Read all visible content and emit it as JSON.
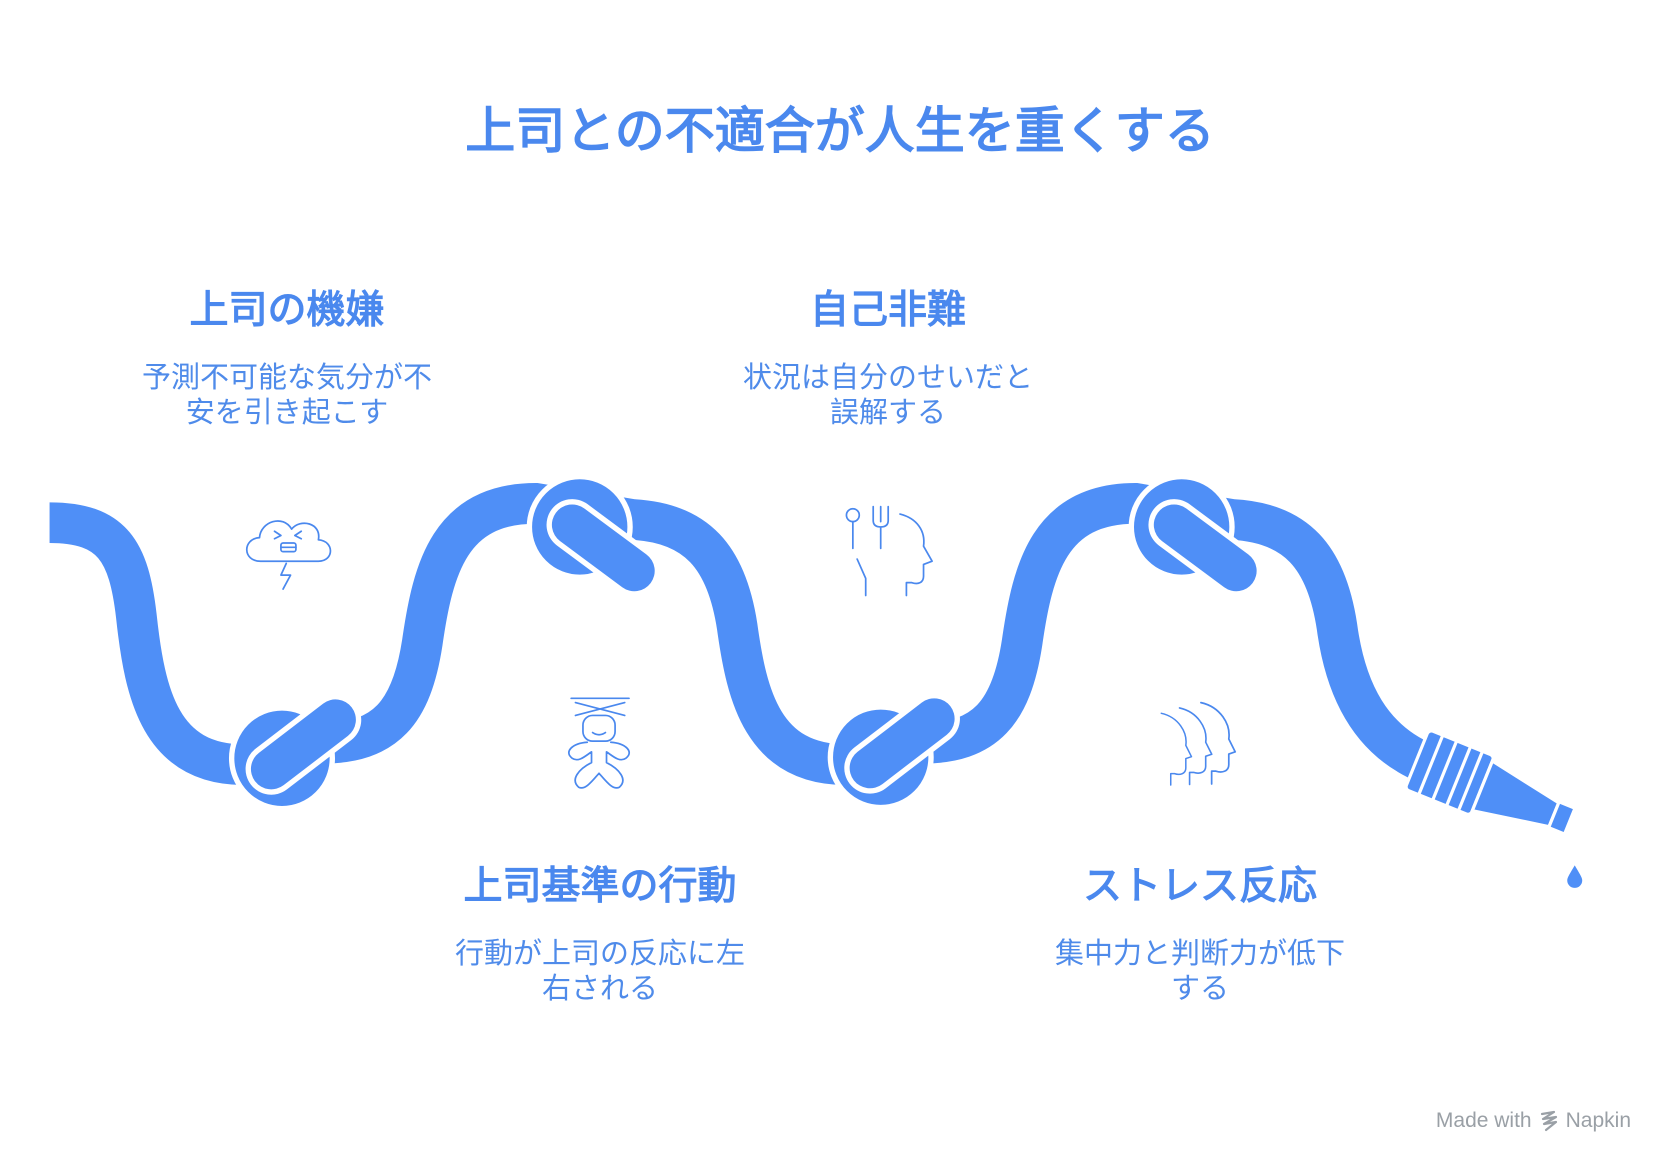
{
  "title": "上司との不適合が人生を重くする",
  "steps": [
    {
      "heading": "上司の機嫌",
      "description_lines": [
        "予測不可能な気分が不",
        "安を引き起こす"
      ],
      "icon": "angry-storm-cloud-icon"
    },
    {
      "heading": "上司基準の行動",
      "description_lines": [
        "行動が上司の反応に左",
        "右される"
      ],
      "icon": "person-under-cross-icon"
    },
    {
      "heading": "自己非難",
      "description_lines": [
        "状況は自分のせいだと",
        "誤解する"
      ],
      "icon": "head-with-fork-spoon-icon"
    },
    {
      "heading": "ストレス反応",
      "description_lines": [
        "集中力と判断力が低下",
        "する"
      ],
      "icon": "three-head-profiles-icon"
    }
  ],
  "footer": {
    "made_with": "Made with",
    "brand": "Napkin",
    "logo_icon": "napkin-logo-icon"
  },
  "colors": {
    "hose": "#4F8FF7",
    "text": "#4A88EE",
    "watermark": "#9AA0A6",
    "background": "#FFFFFF"
  }
}
